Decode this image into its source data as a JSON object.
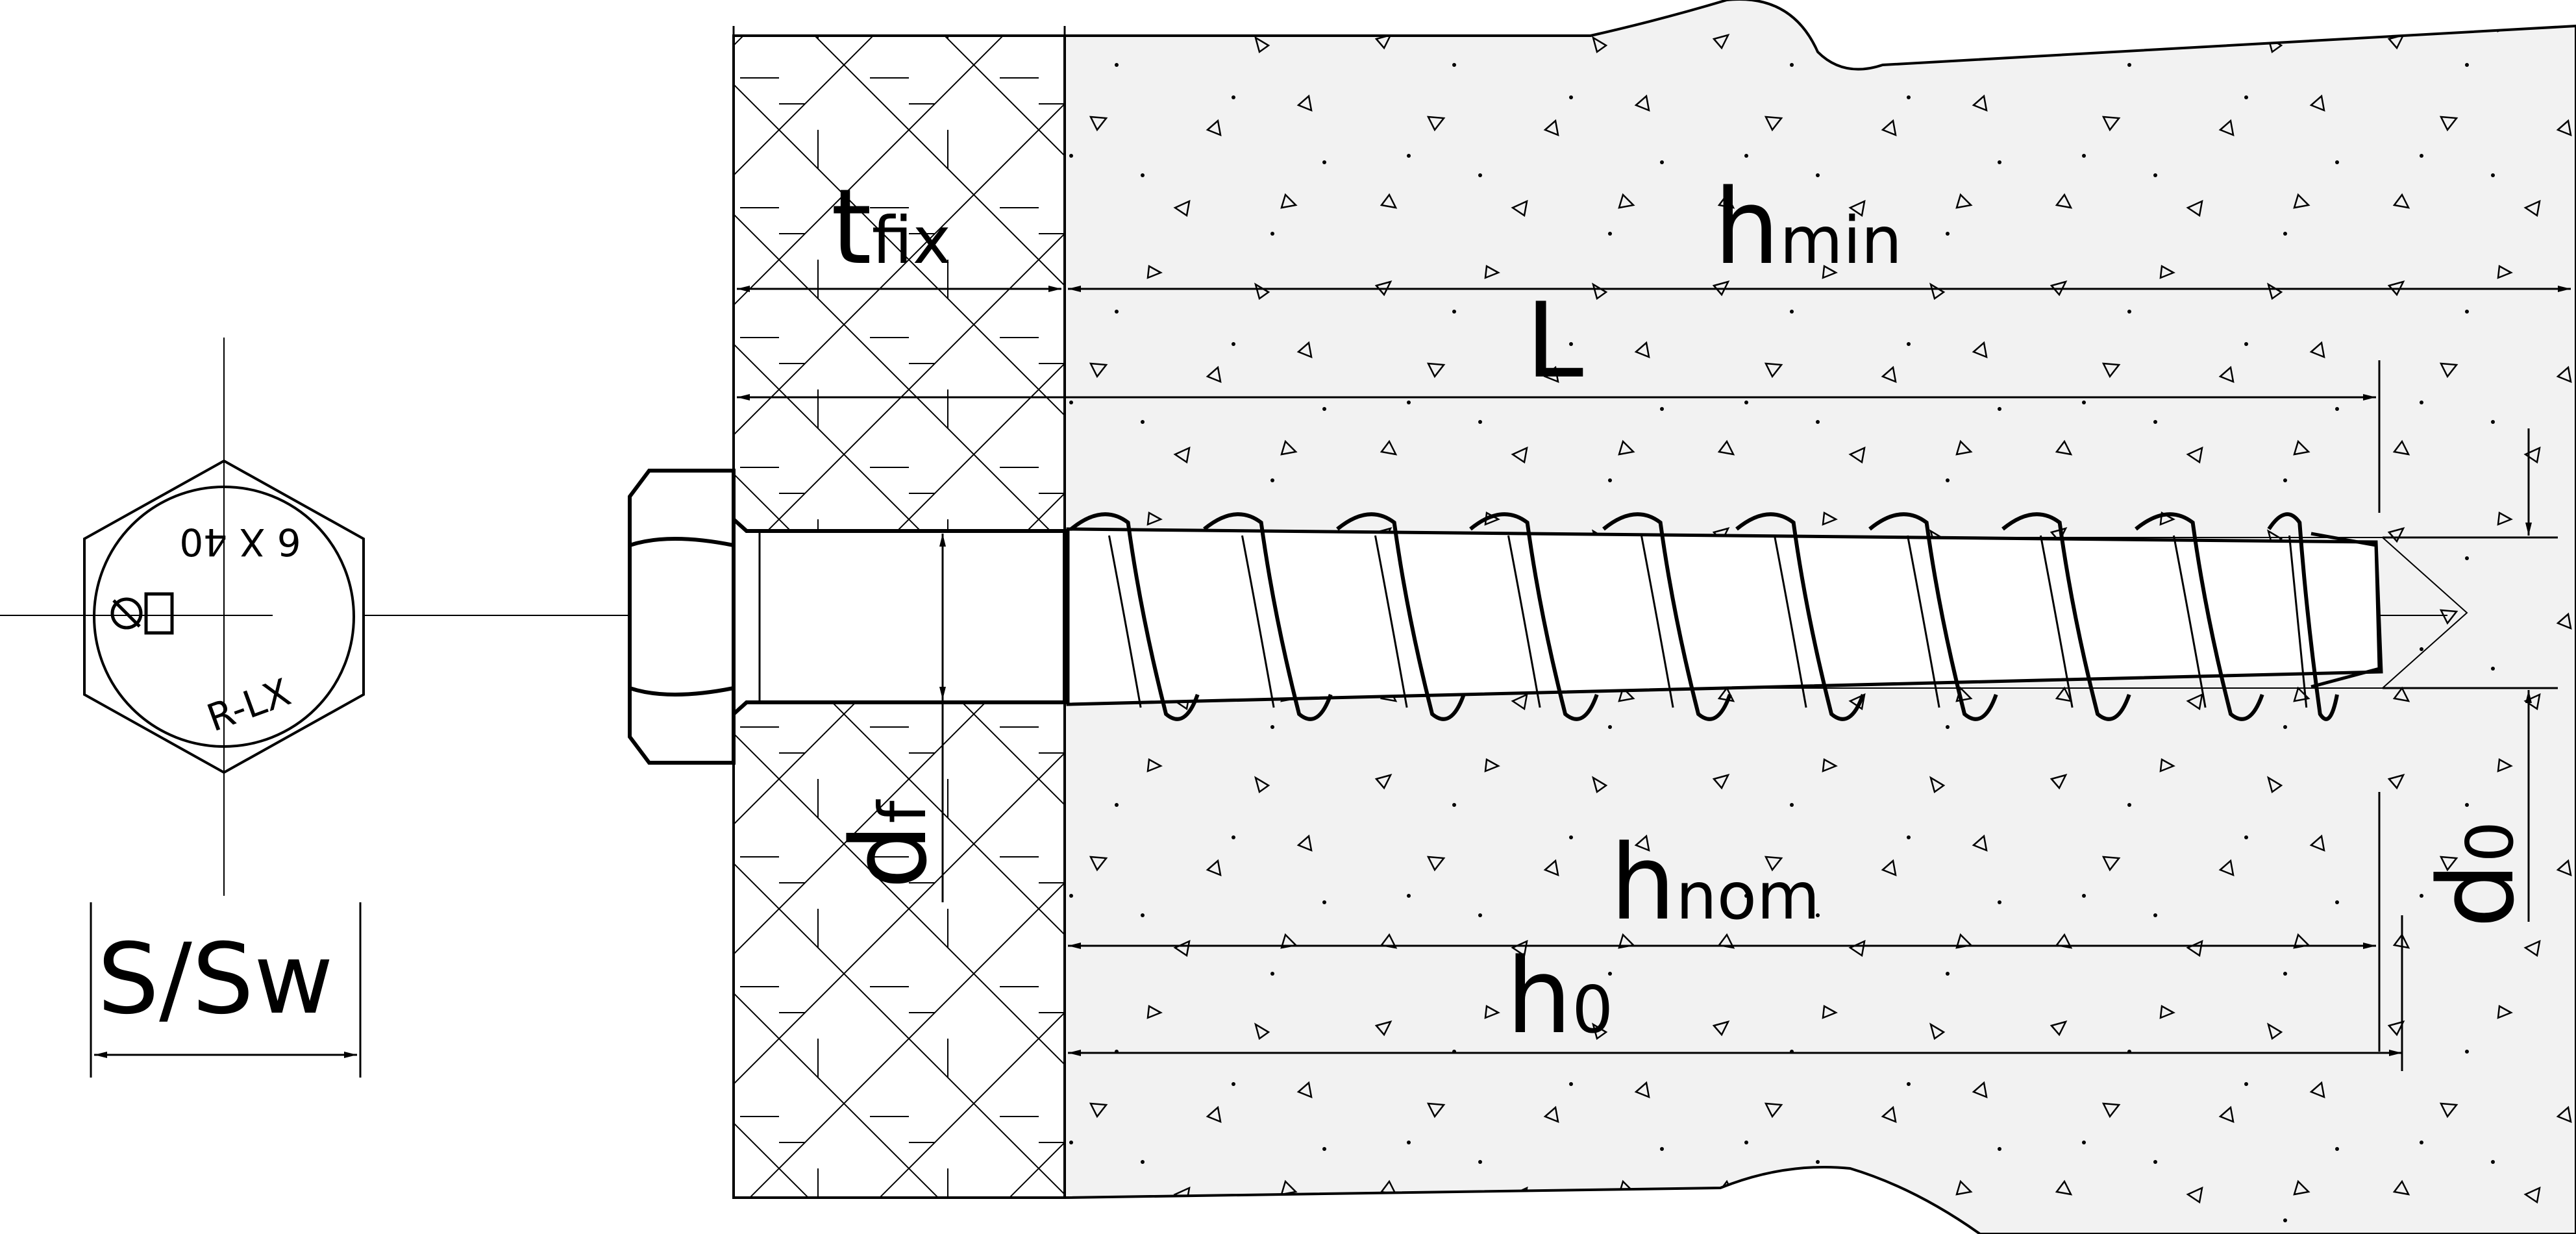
{
  "labels": {
    "t_fix": {
      "main": "t",
      "sub": "fix"
    },
    "h_min": {
      "main": "h",
      "sub": "min"
    },
    "L": {
      "main": "L"
    },
    "d_f": {
      "main": "d",
      "sub": "f"
    },
    "d_0": {
      "main": "d",
      "sub": "0"
    },
    "h_nom": {
      "main": "h",
      "sub": "nom"
    },
    "h_0": {
      "main": "h",
      "sub": "0"
    },
    "s_sw": {
      "main": "S/Sw"
    }
  },
  "head_marking": {
    "size": "6 X 40",
    "brand": "R-LX",
    "logo": "rawlplug-logo"
  },
  "colors": {
    "line": "#000000",
    "concrete": "#f2f2f2",
    "background": "#ffffff"
  }
}
